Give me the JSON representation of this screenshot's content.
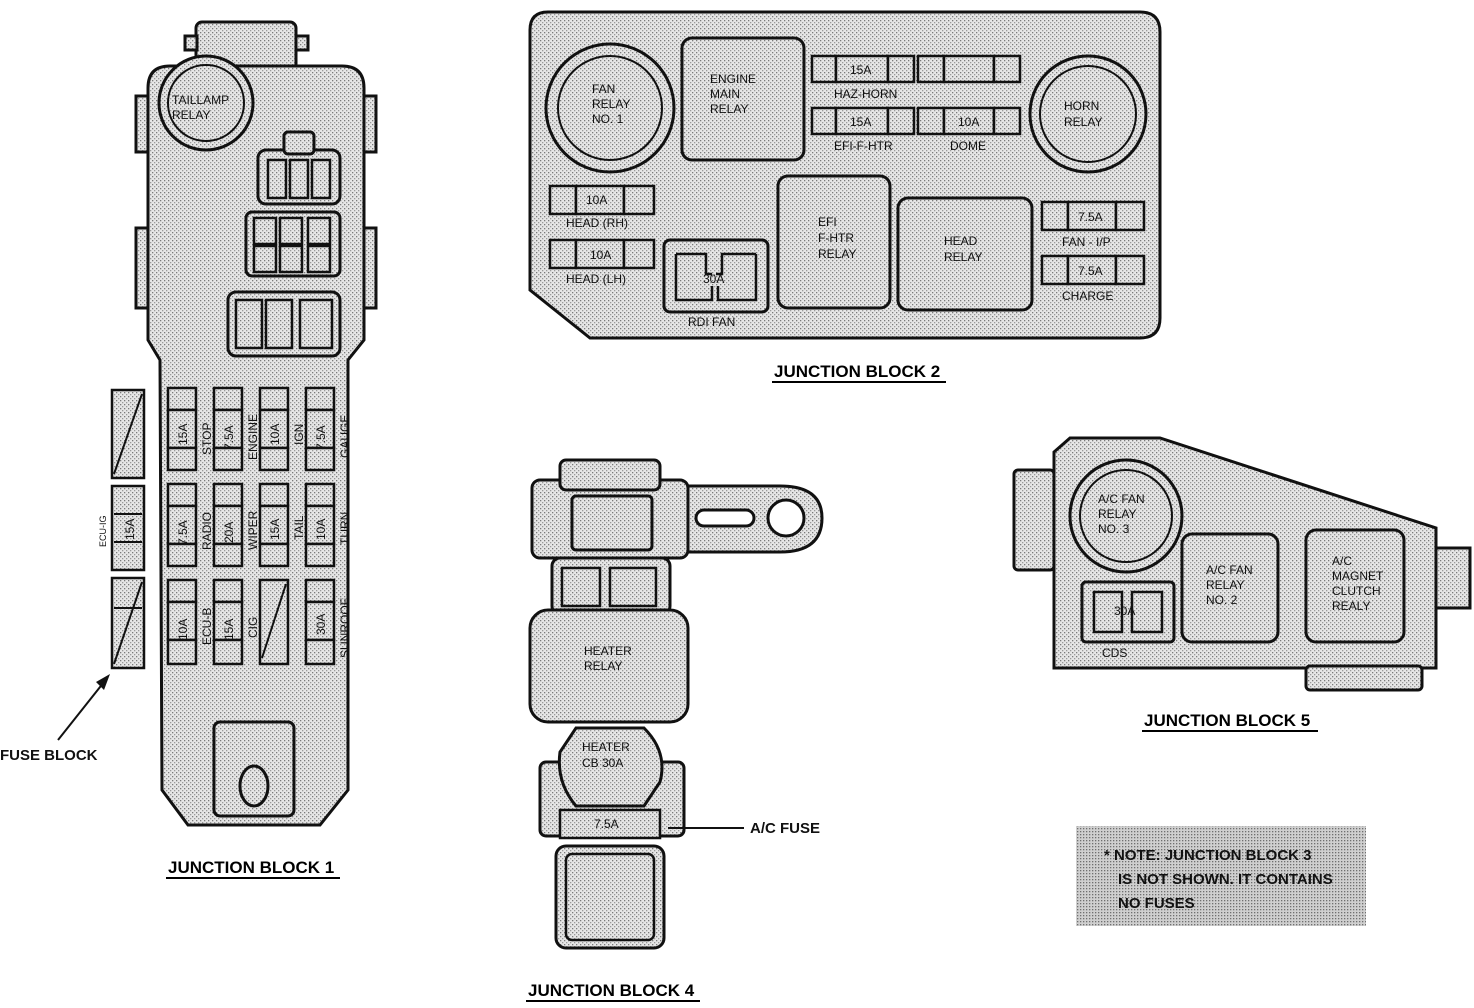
{
  "jb1": {
    "title": "JUNCTION BLOCK 1",
    "taillamp_relay": [
      "TAILLAMP",
      "RELAY"
    ],
    "fuse_block_label": "FUSE BLOCK",
    "ecu_ig_label": "ECU-IG",
    "ecu_ig_amp": "15A",
    "fuses": [
      {
        "amp": "15A",
        "name": "STOP"
      },
      {
        "amp": "7.5A",
        "name": "ENGINE"
      },
      {
        "amp": "10A",
        "name": "IGN"
      },
      {
        "amp": "7.5A",
        "name": "GAUGE"
      },
      {
        "amp": "7.5A",
        "name": "RADIO"
      },
      {
        "amp": "20A",
        "name": "WIPER"
      },
      {
        "amp": "15A",
        "name": "TAIL"
      },
      {
        "amp": "10A",
        "name": "TURN"
      },
      {
        "amp": "10A",
        "name": "ECU-B"
      },
      {
        "amp": "15A",
        "name": "CIG"
      },
      {
        "amp": "",
        "name": ""
      },
      {
        "amp": "30A",
        "name": "SUNROOF"
      }
    ]
  },
  "jb2": {
    "title": "JUNCTION BLOCK 2",
    "fan_relay": [
      "FAN",
      "RELAY",
      "NO. 1"
    ],
    "engine_main_relay": [
      "ENGINE",
      "MAIN",
      "RELAY"
    ],
    "horn_relay": [
      "HORN",
      "RELAY"
    ],
    "haz_horn": {
      "amp": "15A",
      "name": "HAZ-HORN"
    },
    "efi_htr": {
      "amp": "15A",
      "name": "EFI-F-HTR"
    },
    "dome": {
      "amp": "10A",
      "name": "DOME"
    },
    "head_rh": {
      "amp": "10A",
      "name": "HEAD (RH)"
    },
    "head_lh": {
      "amp": "10A",
      "name": "HEAD (LH)"
    },
    "rdi_fan": {
      "amp": "30A",
      "name": "RDI FAN"
    },
    "efi_relay": [
      "EFI",
      "F-HTR",
      "RELAY"
    ],
    "head_relay": [
      "HEAD",
      "RELAY"
    ],
    "fan_ip": {
      "amp": "7.5A",
      "name": "FAN - I/P"
    },
    "charge": {
      "amp": "7.5A",
      "name": "CHARGE"
    }
  },
  "jb4": {
    "title": "JUNCTION BLOCK 4",
    "heater_relay": [
      "HEATER",
      "RELAY"
    ],
    "heater_cb": [
      "HEATER",
      "CB 30A"
    ],
    "ac_fuse_amp": "7.5A",
    "ac_fuse_label": "A/C FUSE"
  },
  "jb5": {
    "title": "JUNCTION BLOCK 5",
    "ac_fan_relay3": [
      "A/C FAN",
      "RELAY",
      "NO. 3"
    ],
    "ac_fan_relay2": [
      "A/C FAN",
      "RELAY",
      "NO. 2"
    ],
    "ac_magnet": [
      "A/C",
      "MAGNET",
      "CLUTCH",
      "REALY"
    ],
    "cds": {
      "amp": "30A",
      "name": "CDS"
    }
  },
  "note": [
    "* NOTE: JUNCTION BLOCK 3",
    "IS NOT SHOWN. IT CONTAINS",
    "NO FUSES"
  ]
}
